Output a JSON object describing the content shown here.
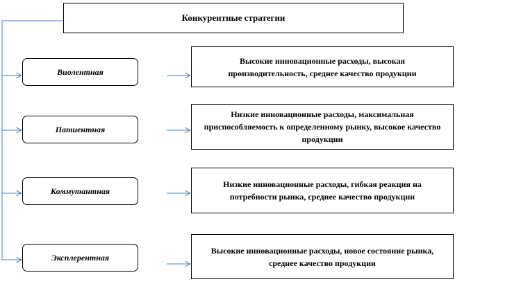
{
  "title": "Конкурентные стратегии",
  "strategies": [
    {
      "name": "Виолентная",
      "description": "Высокие инновационные  расходы, высокая производительность,  среднее качество продукции"
    },
    {
      "name": "Патиентная",
      "description": "Низкие инновационные  расходы, максимальная приспособляемость к определенному рынку, высокое качество продукции"
    },
    {
      "name": "Коммутантная",
      "description": "Низкие инновационные  расходы, гибкая реакция на потребности рынка,  среднее качество продукции"
    },
    {
      "name": "Эксплерентная",
      "description": "Высокие инновационные  расходы, новое  состояние рынка,  среднее качество продукции"
    }
  ],
  "colors": {
    "connector": "#4a7ebb",
    "border": "#000000"
  }
}
